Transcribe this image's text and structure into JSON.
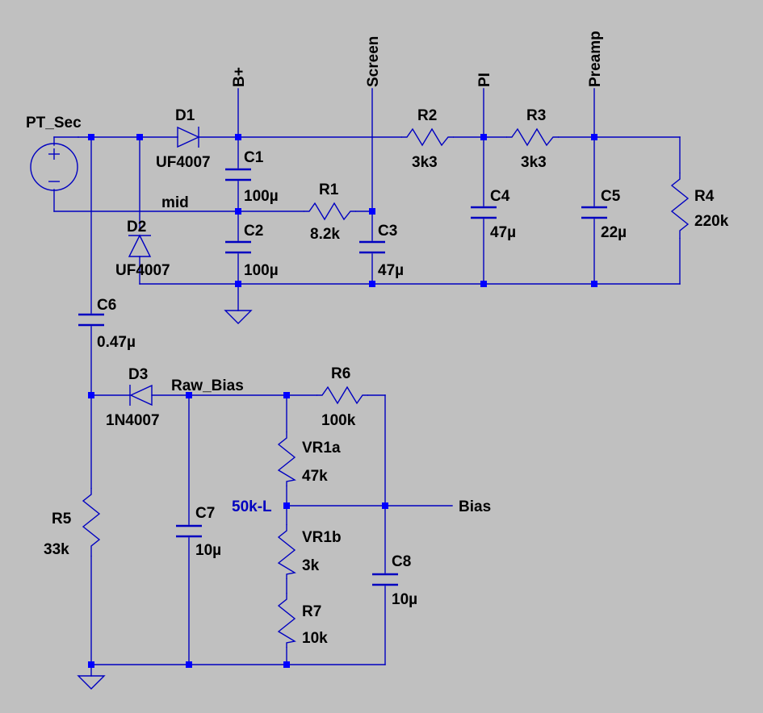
{
  "colors": {
    "background": "#c0c0c0",
    "wire": "#0000c0",
    "junction": "#0000ff",
    "text": "#000000",
    "directive": "#0000c0"
  },
  "source": {
    "name": "PT_Sec"
  },
  "nets": {
    "bplus": "B+",
    "screen": "Screen",
    "pi": "PI",
    "preamp": "Preamp",
    "mid": "mid",
    "raw_bias": "Raw_Bias",
    "bias": "Bias"
  },
  "pot_label": "50k-L",
  "components": {
    "D1": {
      "name": "D1",
      "value": "UF4007"
    },
    "D2": {
      "name": "D2",
      "value": "UF4007"
    },
    "D3": {
      "name": "D3",
      "value": "1N4007"
    },
    "C1": {
      "name": "C1",
      "value": "100µ"
    },
    "C2": {
      "name": "C2",
      "value": "100µ"
    },
    "C3": {
      "name": "C3",
      "value": "47µ"
    },
    "C4": {
      "name": "C4",
      "value": "47µ"
    },
    "C5": {
      "name": "C5",
      "value": "22µ"
    },
    "C6": {
      "name": "C6",
      "value": "0.47µ"
    },
    "C7": {
      "name": "C7",
      "value": "10µ"
    },
    "C8": {
      "name": "C8",
      "value": "10µ"
    },
    "R1": {
      "name": "R1",
      "value": "8.2k"
    },
    "R2": {
      "name": "R2",
      "value": "3k3"
    },
    "R3": {
      "name": "R3",
      "value": "3k3"
    },
    "R4": {
      "name": "R4",
      "value": "220k"
    },
    "R5": {
      "name": "R5",
      "value": "33k"
    },
    "R6": {
      "name": "R6",
      "value": "100k"
    },
    "R7": {
      "name": "R7",
      "value": "10k"
    },
    "VR1a": {
      "name": "VR1a",
      "value": "47k"
    },
    "VR1b": {
      "name": "VR1b",
      "value": "3k"
    }
  }
}
